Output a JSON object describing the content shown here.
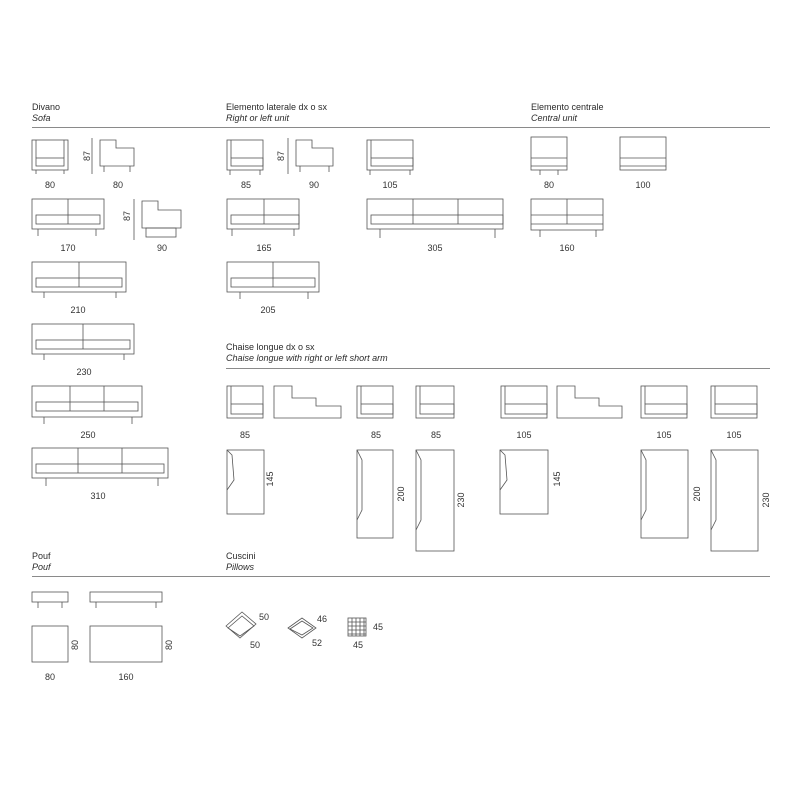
{
  "sections": {
    "sofa": {
      "title": "Divano",
      "subtitle": "Sofa"
    },
    "side": {
      "title": "Elemento laterale dx o sx",
      "subtitle": "Right or left unit"
    },
    "central": {
      "title": "Elemento centrale",
      "subtitle": "Central unit"
    },
    "chaise": {
      "title": "Chaise longue dx o sx",
      "subtitle": "Chaise longue with right or left short arm"
    },
    "pouf": {
      "title": "Pouf",
      "subtitle": "Pouf"
    },
    "pillows": {
      "title": "Cuscini",
      "subtitle": "Pillows"
    }
  },
  "dims": {
    "sofa_80": "80",
    "sofa_80b": "80",
    "sofa_h87": "87",
    "sofa_170": "170",
    "sofa_h87b": "87",
    "sofa_90": "90",
    "sofa_210": "210",
    "sofa_230": "230",
    "sofa_250": "250",
    "sofa_310": "310",
    "side_85": "85",
    "side_h87": "87",
    "side_90": "90",
    "side_105": "105",
    "side_165": "165",
    "side_305": "305",
    "side_205": "205",
    "central_80": "80",
    "central_100": "100",
    "central_160": "160",
    "ch_85a": "85",
    "ch_85b": "85",
    "ch_85c": "85",
    "ch_105a": "105",
    "ch_105b": "105",
    "ch_105c": "105",
    "ch_145a": "145",
    "ch_200a": "200",
    "ch_230a": "230",
    "ch_145b": "145",
    "ch_200b": "200",
    "ch_230b": "230",
    "pouf_80": "80",
    "pouf_160": "160",
    "pouf_d80a": "80",
    "pouf_d80b": "80",
    "pil_50a": "50",
    "pil_50b": "50",
    "pil_46": "46",
    "pil_52": "52",
    "pil_45a": "45",
    "pil_45b": "45"
  }
}
